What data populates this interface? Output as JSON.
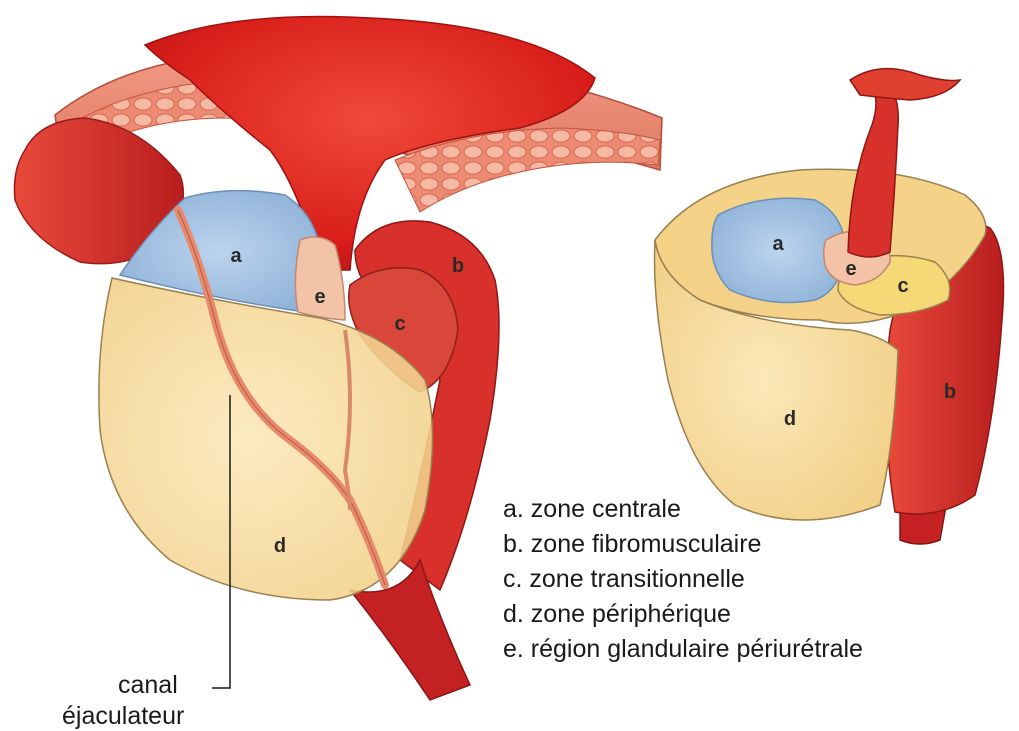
{
  "diagram": {
    "left_view": {
      "zone_labels": {
        "a": "a",
        "b": "b",
        "c": "c",
        "d": "d",
        "e": "e"
      }
    },
    "right_view": {
      "zone_labels": {
        "a": "a",
        "b": "b",
        "c": "c",
        "d": "d",
        "e": "e"
      }
    },
    "callout": {
      "line1": "canal",
      "line2": "éjaculateur"
    },
    "legend": [
      "a. zone centrale",
      "b. zone fibromusculaire",
      "c. zone transitionnelle",
      "d. zone périphérique",
      "e. région glandulaire périurétrale"
    ],
    "colors": {
      "muscle_red": "#d8302a",
      "dark_red": "#a81a1a",
      "bladder_red": "#e0201c",
      "central_blue": "#a9c6e4",
      "peripheral_yellow": "#f6d99a",
      "transition_yellow": "#f5d977",
      "periurethral_peach": "#f2c3a6",
      "wall_salmon": "#e8806a"
    }
  }
}
